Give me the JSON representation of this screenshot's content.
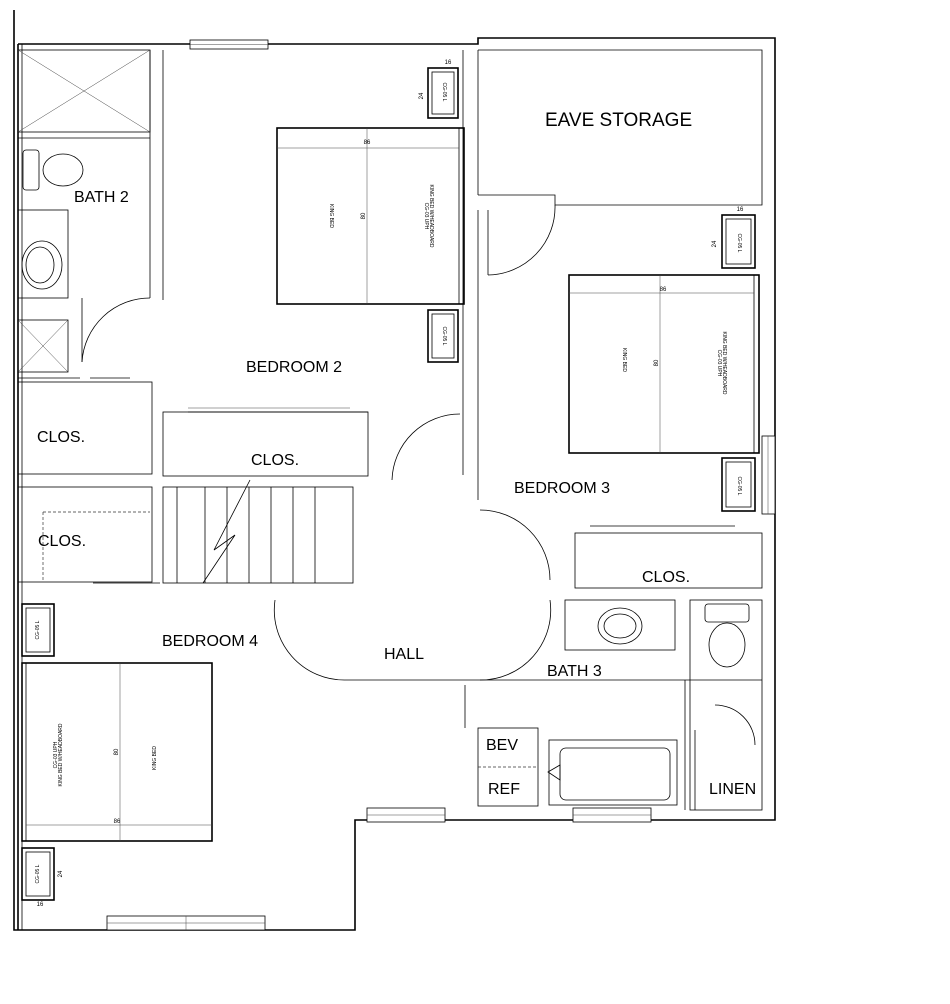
{
  "rooms": {
    "bath2": "BATH 2",
    "bedroom2": "BEDROOM 2",
    "eave_storage": "EAVE STORAGE",
    "bedroom3": "BEDROOM 3",
    "clos_a": "CLOS.",
    "clos_b": "CLOS.",
    "clos_c": "CLOS.",
    "clos_d": "CLOS.",
    "bedroom4": "BEDROOM 4",
    "hall": "HALL",
    "bath3": "BATH 3",
    "bev": "BEV",
    "ref": "REF",
    "linen": "LINEN"
  },
  "furniture": {
    "nightstand_label": "CG-05 L",
    "bed_label": "KING BED",
    "headboard_label": "KING BED W/HEADBOARD",
    "headboard_code": "CG-03 UPH",
    "bed_width": "86",
    "bed_length": "80",
    "nightstand_width": "16",
    "nightstand_depth": "24"
  }
}
